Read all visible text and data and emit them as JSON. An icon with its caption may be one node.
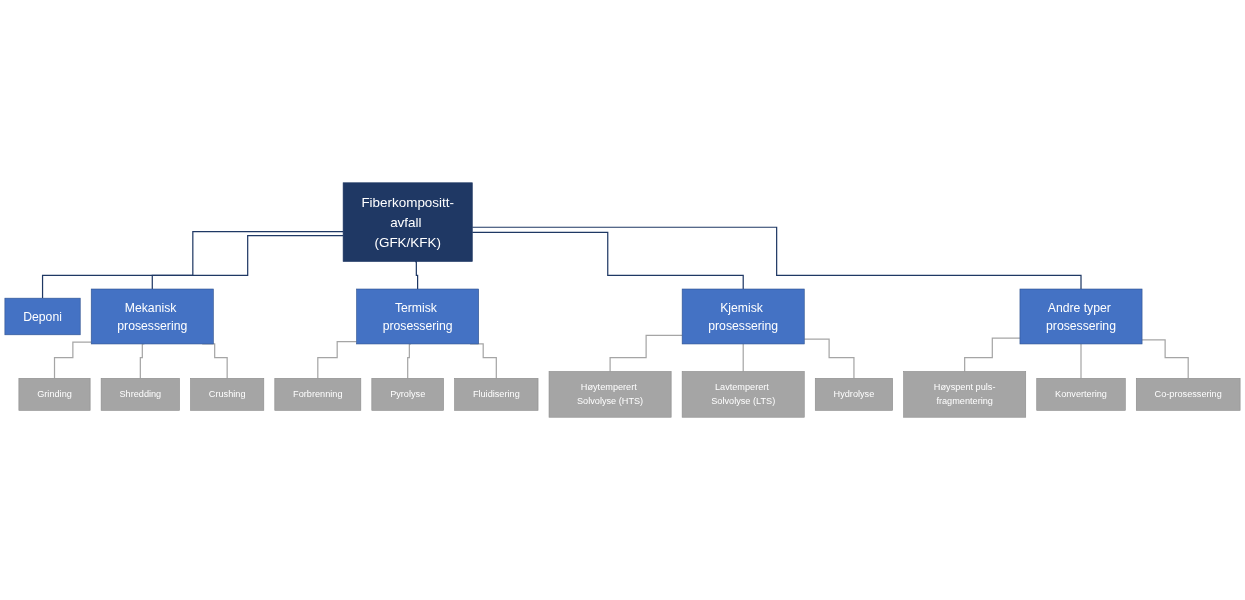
{
  "diagram": {
    "nodes": [
      {
        "text": [
          "Fiberkompositt-avfall (GFK/KFK)"
        ]
      },
      {
        "text": [
          "Deponi"
        ]
      },
      {
        "text": [
          "Mekanisk prosessering"
        ]
      },
      {
        "text": [
          "Grinding"
        ]
      },
      {
        "text": [
          "Shredding"
        ]
      },
      {
        "text": [
          "Crushing"
        ]
      },
      {
        "text": [
          "Termisk prosessering"
        ]
      },
      {
        "text": [
          "Forbrenning"
        ]
      },
      {
        "text": [
          "Pyrolyse"
        ]
      },
      {
        "text": [
          "Fluidisering"
        ]
      },
      {
        "text": [
          "Kjemisk prosessering"
        ]
      },
      {
        "text": [
          "Høytemperert Solvolyse (HTS)"
        ]
      },
      {
        "text": [
          "Lavtemperert Solvolyse (LTS)"
        ]
      },
      {
        "text": [
          "Hydrolyse"
        ]
      },
      {
        "text": [
          "Andre typer prosessering"
        ]
      },
      {
        "text": [
          "Høyspent puls-fragmentering"
        ]
      },
      {
        "text": [
          "Konvertering"
        ]
      },
      {
        "text": [
          "Co-prosessering"
        ]
      }
    ],
    "edges": [
      {
        "from": 0,
        "to": 1,
        "arrow": "none",
        "color": "#1f3864"
      },
      {
        "from": 0,
        "to": 2,
        "arrow": "none",
        "color": "#1f3864"
      },
      {
        "from": 0,
        "to": 6,
        "arrow": "none",
        "color": "#1f3864"
      },
      {
        "from": 0,
        "to": 10,
        "arrow": "none",
        "color": "#1f3864"
      },
      {
        "from": 0,
        "to": 14,
        "arrow": "none",
        "color": "#1f3864"
      },
      {
        "from": 2,
        "to": 3,
        "arrow": "none"
      },
      {
        "from": 2,
        "to": 4,
        "arrow": "none"
      },
      {
        "from": 2,
        "to": 5,
        "arrow": "none"
      },
      {
        "from": 6,
        "to": 7,
        "arrow": "none"
      },
      {
        "from": 6,
        "to": 8,
        "arrow": "none"
      },
      {
        "from": 6,
        "to": 9,
        "arrow": "none"
      },
      {
        "from": 10,
        "to": 11,
        "arrow": "none"
      },
      {
        "from": 10,
        "to": 12,
        "arrow": "none"
      },
      {
        "from": 10,
        "to": 13,
        "arrow": "none"
      },
      {
        "from": 14,
        "to": 15,
        "arrow": "none"
      },
      {
        "from": 14,
        "to": 16,
        "arrow": "none"
      },
      {
        "from": 14,
        "to": 17,
        "arrow": "none"
      }
    ]
  }
}
